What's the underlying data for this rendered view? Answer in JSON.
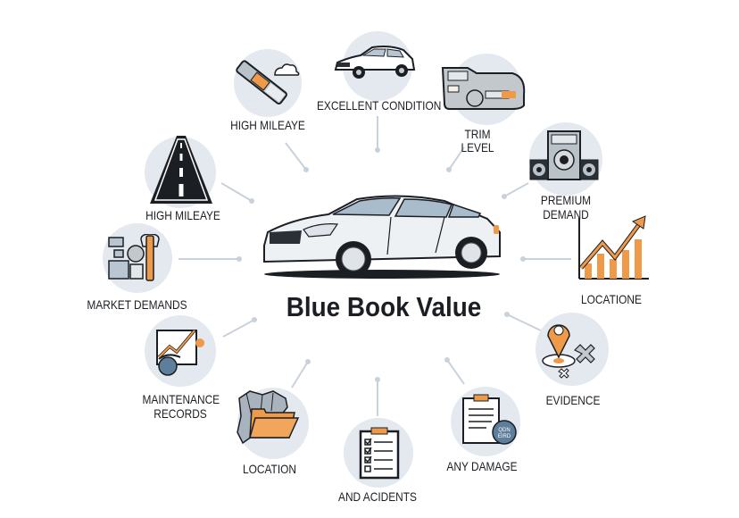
{
  "title": "Blue Book Value",
  "center_image": "white-coupe-car",
  "colors": {
    "accent": "#ef9a48",
    "circle": "#e3e9ef",
    "ink": "#1b1f24",
    "connector": "#c9d2da",
    "icon_gray": "#b9c1c9",
    "icon_blue": "#5d7f9b"
  },
  "nodes": [
    {
      "id": "excellent-condition",
      "label": "EXCELLENT CONDITION",
      "icon": "car-icon"
    },
    {
      "id": "high-mileage-top",
      "label": "HIGH MILEAYE",
      "icon": "odometer-bar-icon"
    },
    {
      "id": "trim-level",
      "label": "TRIM\nLEVEL",
      "label_lines": [
        "TRIM",
        "LEVEL"
      ],
      "icon": "dashboard-trim-icon"
    },
    {
      "id": "premium-demand",
      "label_lines": [
        "PREMIUM",
        "DEMAND"
      ],
      "icon": "speaker-system-icon"
    },
    {
      "id": "locatione",
      "label": "LOCATIONE",
      "icon": "growth-chart-icon"
    },
    {
      "id": "evidence",
      "label": "EVIDENCE",
      "icon": "location-pin-icon"
    },
    {
      "id": "any-damage",
      "label": "ANY DAMAGE",
      "icon": "document-stamp-icon"
    },
    {
      "id": "and-acidents",
      "label": "AND ACIDENTS",
      "icon": "checklist-clipboard-icon"
    },
    {
      "id": "location",
      "label": "LOCATION",
      "icon": "map-folder-icon"
    },
    {
      "id": "maintenance-records",
      "label_lines": [
        "MAINTENANCE",
        "RECORDS"
      ],
      "icon": "chart-gear-icon"
    },
    {
      "id": "market-demands",
      "label": "MARKET DEMANDS",
      "icon": "parts-blocks-icon"
    },
    {
      "id": "high-mileage-left",
      "label": "HIGH MILEAYE",
      "icon": "road-icon"
    }
  ],
  "labels": {
    "excellent_condition": "EXCELLENT CONDITION",
    "high_mileage_top": "HIGH MILEAYE",
    "trim_1": "TRIM",
    "trim_2": "LEVEL",
    "premium_1": "PREMIUM",
    "premium_2": "DEMAND",
    "locatione": "LOCATIONE",
    "evidence": "EVIDENCE",
    "any_damage": "ANY DAMAGE",
    "and_acidents": "AND ACIDENTS",
    "location": "LOCATION",
    "maintenance_1": "MAINTENANCE",
    "maintenance_2": "RECORDS",
    "market_demands": "MARKET DEMANDS",
    "high_mileage_left": "HIGH MILEAYE"
  }
}
